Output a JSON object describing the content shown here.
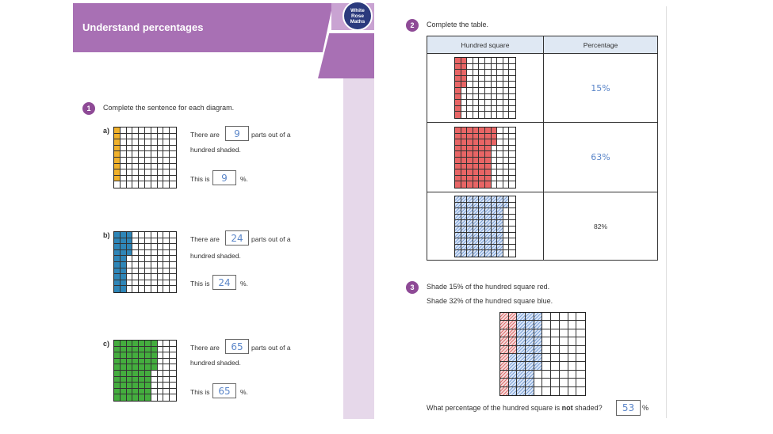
{
  "header": {
    "title": "Understand percentages",
    "logo": "White Rose Maths"
  },
  "q1": {
    "number": "1",
    "prompt": "Complete the sentence for each diagram.",
    "parts": [
      {
        "label": "a)",
        "color": "#f0b12b",
        "shaded": 9,
        "line1_before": "There are",
        "line1_after": "parts out of a",
        "line2": "hundred shaded.",
        "line3_before": "This is",
        "line3_after": "%.",
        "answer_parts": "9",
        "answer_percent": "9"
      },
      {
        "label": "b)",
        "color": "#2e86b8",
        "shaded": 24,
        "line1_before": "There are",
        "line1_after": "parts out of a",
        "line2": "hundred shaded.",
        "line3_before": "This is",
        "line3_after": "%.",
        "answer_parts": "24",
        "answer_percent": "24"
      },
      {
        "label": "c)",
        "color": "#44ad3e",
        "shaded": 65,
        "line1_before": "There are",
        "line1_after": "parts out of a",
        "line2": "hundred shaded.",
        "line3_before": "This is",
        "line3_after": "%.",
        "answer_parts": "65",
        "answer_percent": "65"
      }
    ]
  },
  "q2": {
    "number": "2",
    "prompt": "Complete the table.",
    "columns": [
      "Hundred square",
      "Percentage"
    ],
    "rows": [
      {
        "shaded": 15,
        "color": "#e86565",
        "percentage": "15%",
        "handwritten": true
      },
      {
        "shaded": 63,
        "color": "#e86565",
        "percentage": "63%",
        "handwritten": true
      },
      {
        "shaded": 82,
        "color": "#7ea3d8",
        "percentage": "82%",
        "handwritten": false
      }
    ]
  },
  "q3": {
    "number": "3",
    "line1": "Shade 15% of the hundred square red.",
    "line2": "Shade 32% of the hundred square blue.",
    "red": 15,
    "blue": 32,
    "question_before": "What percentage of the hundred square is",
    "question_bold": "not",
    "question_after": "shaded?",
    "answer": "53",
    "unit": "%"
  }
}
